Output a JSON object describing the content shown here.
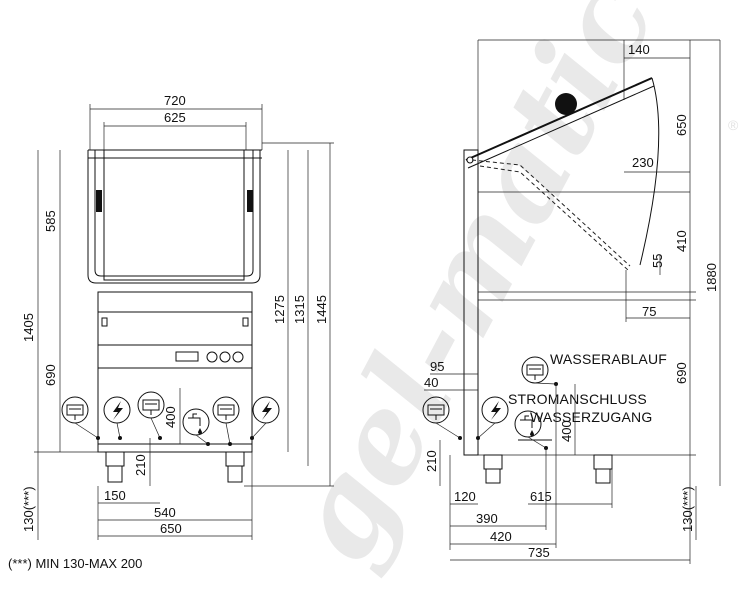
{
  "watermark": {
    "text": "gel-matic",
    "registered": "®"
  },
  "footnote": "(***) MIN 130-MAX 200",
  "front": {
    "dims": {
      "w720": "720",
      "w625": "625",
      "w150": "150",
      "w540": "540",
      "w650": "650",
      "h585": "585",
      "h1405": "1405",
      "h690": "690",
      "h130": "130(***)",
      "h1275": "1275",
      "h1315": "1315",
      "h1445": "1445",
      "h400": "400",
      "h210": "210"
    }
  },
  "side": {
    "labels": {
      "drain": "WASSERABLAUF",
      "power": "STROMANSCHLUSS",
      "water": "WASSERZUGANG"
    },
    "dims": {
      "w140": "140",
      "w230": "230",
      "w75": "75",
      "w95": "95",
      "w40": "40",
      "w120": "120",
      "w390": "390",
      "w420": "420",
      "w735": "735",
      "w615": "615",
      "h650": "650",
      "h410": "410",
      "h55": "55",
      "h1880": "1880",
      "h690": "690",
      "h210": "210",
      "h400": "400",
      "h130": "130(***)"
    }
  },
  "icons": {
    "drain": "drain-icon",
    "power": "lightning-icon",
    "water": "water-tap-icon"
  }
}
